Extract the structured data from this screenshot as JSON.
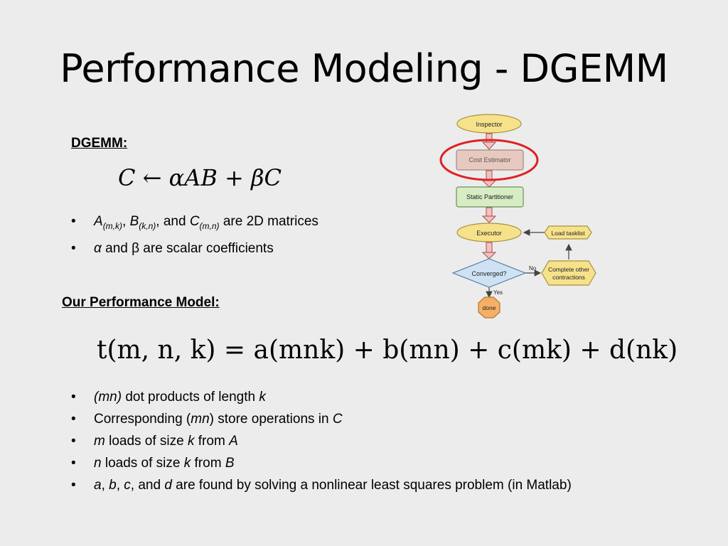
{
  "slide": {
    "title": "Performance Modeling - DGEMM",
    "dgemm_heading": "DGEMM:",
    "model_heading": "Our Performance Model:"
  },
  "equation1": {
    "lhs": "C",
    "arrow": "←",
    "rhs_a": "αAB",
    "plus": "+",
    "rhs_b": "βC"
  },
  "equation2": {
    "text": "t(m, n, k) = a(mnk) + b(mn) + c(mk) + d(nk)"
  },
  "bullets_top": [
    {
      "A": "A",
      "A_sub": "(m,k)",
      "sep1": ", ",
      "B": "B",
      "B_sub": "(k,n)",
      "sep2": ", and ",
      "C": "C",
      "C_sub": "(m,n)",
      "tail": " are 2D matrices"
    },
    {
      "alpha": "α",
      "tail": " and β are scalar coefficients"
    }
  ],
  "bullets_bottom": [
    {
      "i1": "(mn)",
      "t1": " dot products of length ",
      "i2": "k"
    },
    {
      "t0": "Corresponding (",
      "i1": "mn",
      "t1": ") store operations in ",
      "i2": "C"
    },
    {
      "i1": "m",
      "t1": " loads of size ",
      "i2": "k",
      "t2": " from ",
      "i3": "A"
    },
    {
      "i1": "n",
      "t1": " loads of size ",
      "i2": "k",
      "t2": " from ",
      "i3": "B"
    },
    {
      "i1": "a",
      "t1": ", ",
      "i2": "b",
      "t2": ", ",
      "i3": "c",
      "t3": ", and ",
      "i4": "d",
      "t4": " are found by solving a nonlinear least squares problem (in Matlab)"
    }
  ],
  "flowchart": {
    "inspector": "Inspector",
    "cost_estimator": "Cost Estimator",
    "static_partitioner": "Static Partitioner",
    "executor": "Executor",
    "load_tasklist": "Load tasklist",
    "converged": "Converged?",
    "no": "No",
    "yes": "Yes",
    "complete_line1": "Complete other",
    "complete_line2": "contractions",
    "done": "done",
    "colors": {
      "yellow": "#f7e28c",
      "yellow_stroke": "#a7923c",
      "green": "#d6ecc2",
      "green_stroke": "#6f8f5a",
      "blue": "#cfe2f3",
      "blue_stroke": "#4f7fa8",
      "orange": "#f5b065",
      "orange_stroke": "#b77330",
      "red_highlight": "#e02020",
      "arrow_fill": "#f5c0c0",
      "arrow_stroke": "#a05050"
    }
  }
}
